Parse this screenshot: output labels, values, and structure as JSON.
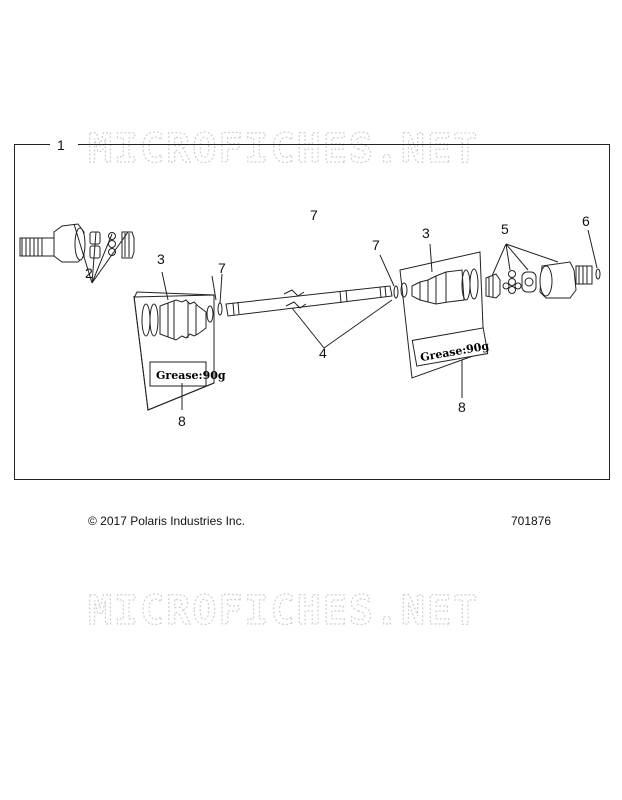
{
  "watermark_text": "MICROFICHES.NET",
  "callouts": {
    "c1": "1",
    "c2": "2",
    "c3_left": "3",
    "c3_right": "3",
    "c4": "4",
    "c5": "5",
    "c6": "6",
    "c7_top": "7",
    "c7_left": "7",
    "c7_right": "7",
    "c8_left": "8",
    "c8_right": "8"
  },
  "grease_label_left": "Grease:90g",
  "grease_label_right": "Grease:90g",
  "footer": {
    "copyright": "© 2017 Polaris Industries Inc.",
    "part_number": "701876"
  }
}
